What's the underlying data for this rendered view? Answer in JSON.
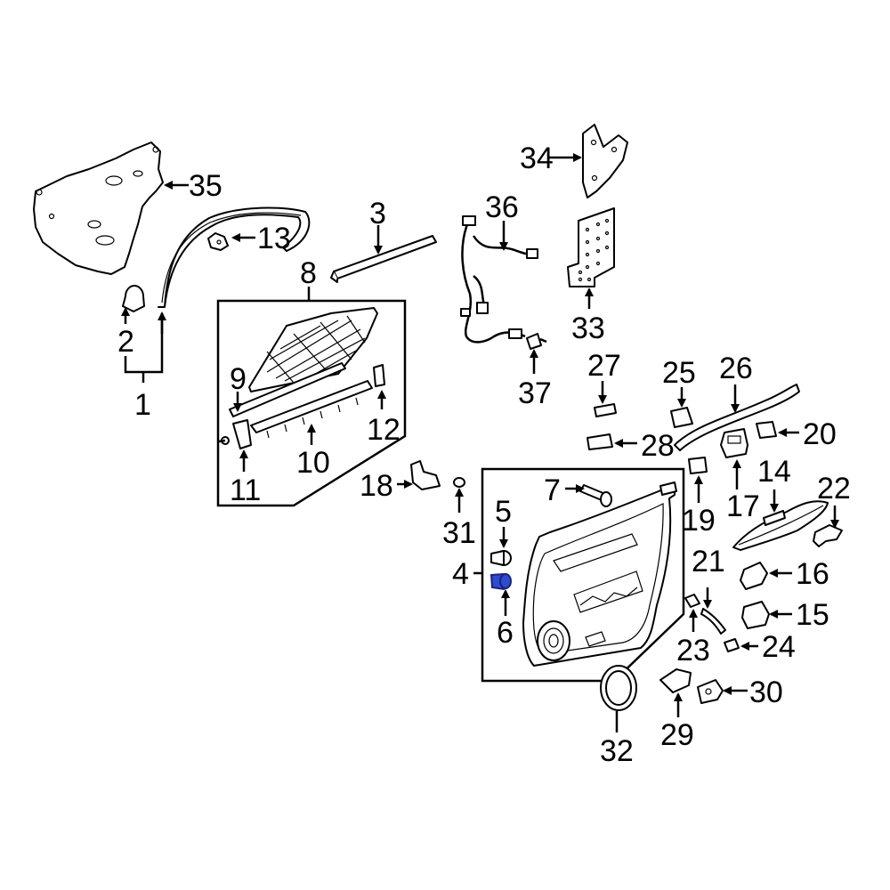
{
  "callouts": {
    "c1": "1",
    "c2": "2",
    "c3": "3",
    "c4": "4",
    "c5": "5",
    "c6": "6",
    "c7": "7",
    "c8": "8",
    "c9": "9",
    "c10": "10",
    "c11": "11",
    "c12": "12",
    "c13": "13",
    "c14": "14",
    "c15": "15",
    "c16": "16",
    "c17": "17",
    "c18": "18",
    "c19": "19",
    "c20": "20",
    "c21": "21",
    "c22": "22",
    "c23": "23",
    "c24": "24",
    "c25": "25",
    "c26": "26",
    "c27": "27",
    "c28": "28",
    "c29": "29",
    "c30": "30",
    "c31": "31",
    "c32": "32",
    "c33": "33",
    "c34": "34",
    "c35": "35",
    "c36": "36",
    "c37": "37"
  },
  "highlighted_part": "6",
  "colors": {
    "line": "#000000",
    "highlight": "#2f4bd0",
    "background": "#ffffff"
  }
}
